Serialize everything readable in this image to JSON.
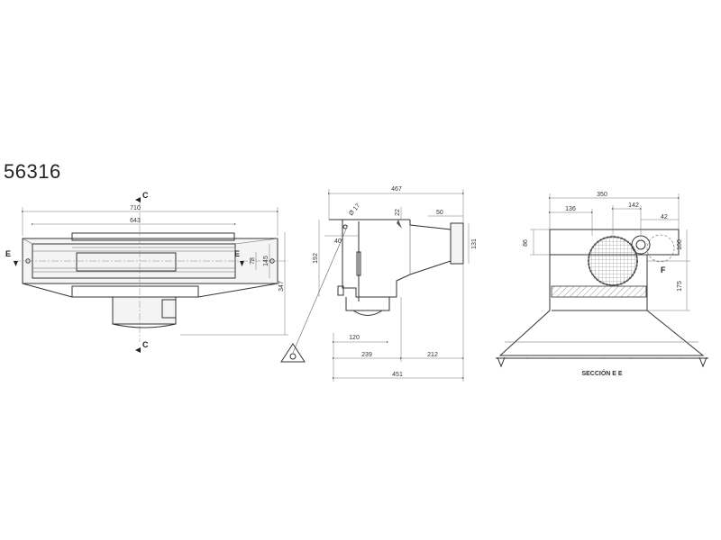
{
  "product_code": "56316",
  "front_view": {
    "width_outer": "710",
    "width_inner": "643",
    "height_145": "145",
    "height_78": "78",
    "height_347": "347",
    "section_top": "C",
    "section_bottom": "C",
    "section_left": "E",
    "section_right": "E"
  },
  "side_view": {
    "length_total": "467",
    "diameter": "Ø 17",
    "dim_22": "22",
    "dim_50": "50",
    "dim_40": "40",
    "dim_192": "192",
    "dim_131": "131",
    "dim_120": "120",
    "dim_239": "239",
    "dim_212": "212",
    "dim_451": "451"
  },
  "section_view": {
    "dim_350": "350",
    "dim_136": "136",
    "dim_142": "142",
    "dim_42": "42",
    "dim_86": "86",
    "dim_100": "100",
    "dim_175": "175",
    "label_f": "F",
    "caption": "SECCIÓN E E"
  }
}
